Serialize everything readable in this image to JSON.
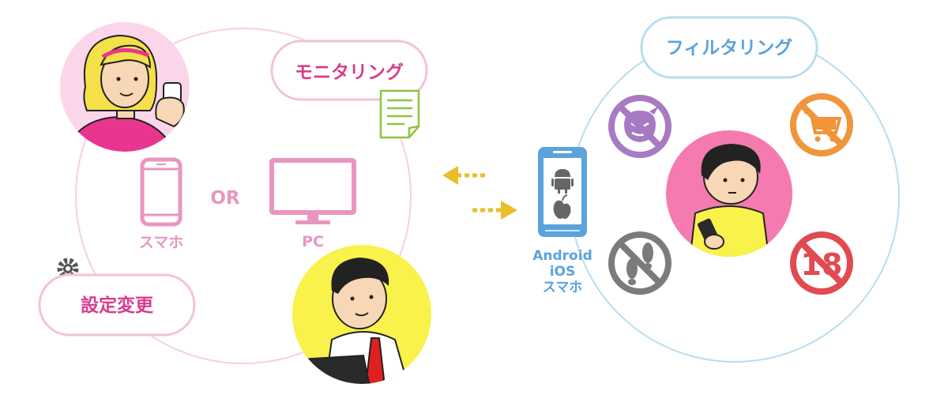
{
  "parent_side": {
    "monitoring_label": "モニタリング",
    "settings_label": "設定変更",
    "or_label": "OR",
    "smartphone_label": "スマホ",
    "pc_label": "PC"
  },
  "child_side": {
    "filtering_label": "フィルタリング",
    "device_label_line1": "Android",
    "device_label_line2": "iOS",
    "device_label_line3": "スマホ",
    "age_limit_number": "18"
  },
  "icons": [
    "document-icon",
    "gear-icon",
    "smartphone-icon",
    "monitor-icon",
    "android-icon",
    "apple-icon",
    "no-malware-icon",
    "no-shopping-icon",
    "no-footprints-icon",
    "no-adult-18-icon"
  ],
  "colors": {
    "pink_text": "#d63d8e",
    "pink_light": "#e896c0",
    "pink_circle_line": "#f5cfe0",
    "blue_circle_line": "#b8ddf0",
    "blue_text": "#5ba3dc",
    "arrow_yellow": "#e8be2a",
    "purple": "#a67bc2",
    "orange": "#f0953a",
    "gray": "#7b7b7b",
    "red": "#e04a50"
  }
}
